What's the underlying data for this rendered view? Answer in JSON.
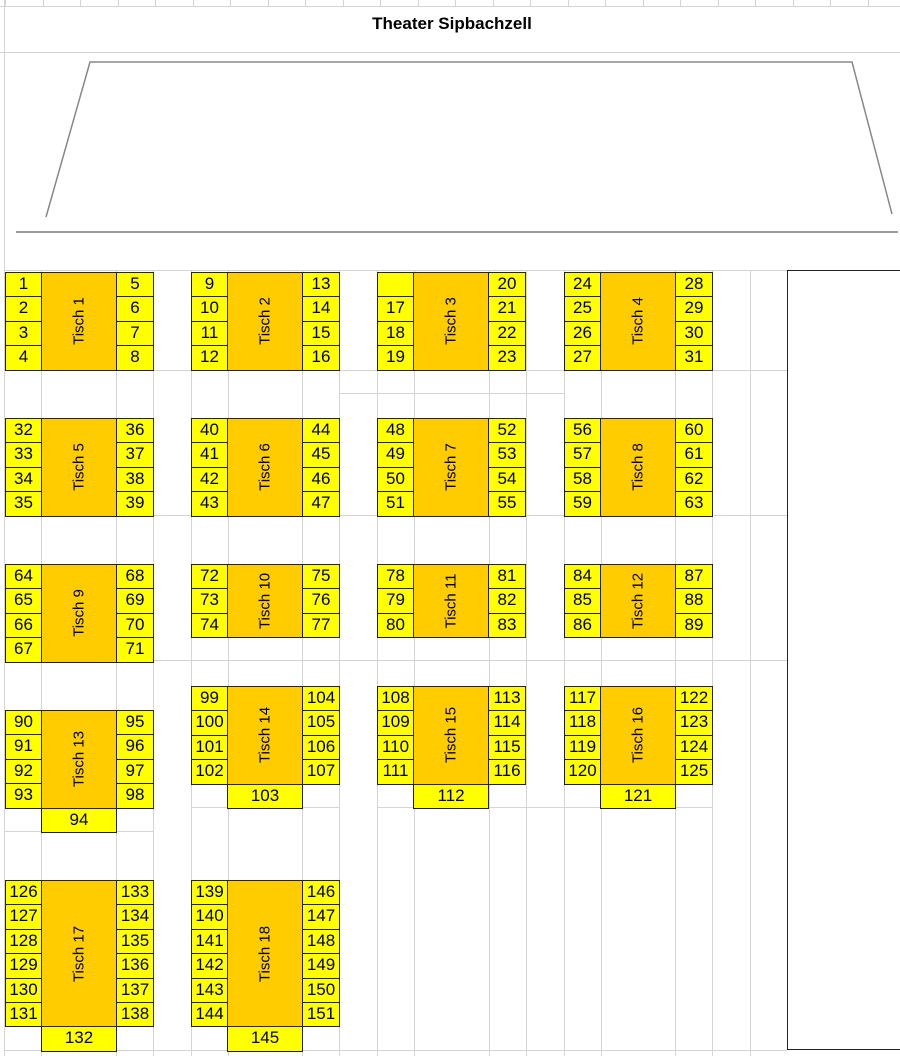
{
  "title": "Theater Sipbachzell",
  "colors": {
    "seat": "#ffff00",
    "table": "#ffcc00",
    "border": "#222222",
    "grid": "#d4d4d4"
  },
  "tables": [
    {
      "name": "Tisch 1",
      "left": [
        "1",
        "2",
        "3",
        "4"
      ],
      "right": [
        "5",
        "6",
        "7",
        "8"
      ],
      "bottom": null
    },
    {
      "name": "Tisch 2",
      "left": [
        "9",
        "10",
        "11",
        "12"
      ],
      "right": [
        "13",
        "14",
        "15",
        "16"
      ],
      "bottom": null
    },
    {
      "name": "Tisch 3",
      "left": [
        "",
        "17",
        "18",
        "19"
      ],
      "right": [
        "20",
        "21",
        "22",
        "23"
      ],
      "bottom": null
    },
    {
      "name": "Tisch 4",
      "left": [
        "24",
        "25",
        "26",
        "27"
      ],
      "right": [
        "28",
        "29",
        "30",
        "31"
      ],
      "bottom": null
    },
    {
      "name": "Tisch 5",
      "left": [
        "32",
        "33",
        "34",
        "35"
      ],
      "right": [
        "36",
        "37",
        "38",
        "39"
      ],
      "bottom": null
    },
    {
      "name": "Tisch 6",
      "left": [
        "40",
        "41",
        "42",
        "43"
      ],
      "right": [
        "44",
        "45",
        "46",
        "47"
      ],
      "bottom": null
    },
    {
      "name": "Tisch 7",
      "left": [
        "48",
        "49",
        "50",
        "51"
      ],
      "right": [
        "52",
        "53",
        "54",
        "55"
      ],
      "bottom": null
    },
    {
      "name": "Tisch 8",
      "left": [
        "56",
        "57",
        "58",
        "59"
      ],
      "right": [
        "60",
        "61",
        "62",
        "63"
      ],
      "bottom": null
    },
    {
      "name": "Tisch 9",
      "left": [
        "64",
        "65",
        "66",
        "67"
      ],
      "right": [
        "68",
        "69",
        "70",
        "71"
      ],
      "bottom": null
    },
    {
      "name": "Tisch 10",
      "left": [
        "72",
        "73",
        "74"
      ],
      "right": [
        "75",
        "76",
        "77"
      ],
      "bottom": null
    },
    {
      "name": "Tisch 11",
      "left": [
        "78",
        "79",
        "80"
      ],
      "right": [
        "81",
        "82",
        "83"
      ],
      "bottom": null
    },
    {
      "name": "Tisch 12",
      "left": [
        "84",
        "85",
        "86"
      ],
      "right": [
        "87",
        "88",
        "89"
      ],
      "bottom": null
    },
    {
      "name": "Tisch 13",
      "left": [
        "90",
        "91",
        "92",
        "93"
      ],
      "right": [
        "95",
        "96",
        "97",
        "98"
      ],
      "bottom": "94"
    },
    {
      "name": "Tisch 14",
      "left": [
        "99",
        "100",
        "101",
        "102"
      ],
      "right": [
        "104",
        "105",
        "106",
        "107"
      ],
      "bottom": "103"
    },
    {
      "name": "Tisch 15",
      "left": [
        "108",
        "109",
        "110",
        "111"
      ],
      "right": [
        "113",
        "114",
        "115",
        "116"
      ],
      "bottom": "112"
    },
    {
      "name": "Tisch 16",
      "left": [
        "117",
        "118",
        "119",
        "120"
      ],
      "right": [
        "122",
        "123",
        "124",
        "125"
      ],
      "bottom": "121"
    },
    {
      "name": "Tisch 17",
      "left": [
        "126",
        "127",
        "128",
        "129",
        "130",
        "131"
      ],
      "right": [
        "133",
        "134",
        "135",
        "136",
        "137",
        "138"
      ],
      "bottom": "132"
    },
    {
      "name": "Tisch 18",
      "left": [
        "139",
        "140",
        "141",
        "142",
        "143",
        "144"
      ],
      "right": [
        "146",
        "147",
        "148",
        "149",
        "150",
        "151"
      ],
      "bottom": "145"
    }
  ]
}
